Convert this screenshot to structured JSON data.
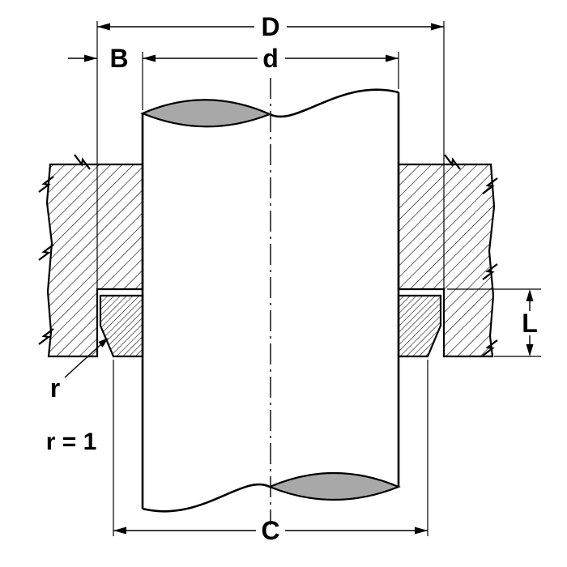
{
  "drawing": {
    "kind": "shaft-in-housing-cross-section",
    "labels": {
      "dim_D": "D",
      "dim_d": "d",
      "dim_B": "B",
      "dim_C": "C",
      "dim_L": "L",
      "radius": "r",
      "radius_note": "r = 1"
    },
    "colors": {
      "line": "#000000",
      "background": "#ffffff",
      "section_cut_fill": "#a8a8a8"
    }
  }
}
